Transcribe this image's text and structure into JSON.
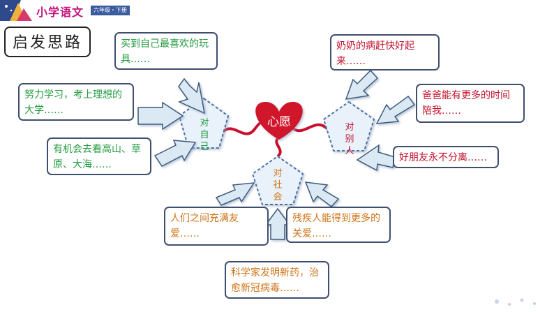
{
  "header": {
    "title": "小学语文",
    "badge": "六年级・下册"
  },
  "section_title": "启发思路",
  "center": {
    "label": "心愿"
  },
  "categories": {
    "self": [
      "对",
      "自",
      "己"
    ],
    "others": [
      "对",
      "别",
      "人"
    ],
    "society": [
      "对",
      "社",
      "会"
    ]
  },
  "boxes": {
    "toys": "买到自己最喜欢的玩具……",
    "study": "努力学习，考上理想的大学……",
    "travel": "有机会去看高山、草原、大海……",
    "grandma": "奶奶的病赶快好起来……",
    "dad": "爸爸能有更多的时间陪我……",
    "friend": "好朋友永不分离……",
    "love": "人们之间充满友爱……",
    "disabled": "残疾人能得到更多的关爱……",
    "scientist": "科学家发明新药，治愈新冠病毒……"
  },
  "colors": {
    "self_text": "#219a3f",
    "others_text": "#c2132f",
    "society_text": "#cf7418",
    "heart": "#d0142c",
    "arrow_fill": "#dbe9f5",
    "arrow_stroke": "#3e5a7a",
    "pentagon_fill": "#e9f1fa",
    "pentagon_stroke": "#4a6fa5"
  }
}
